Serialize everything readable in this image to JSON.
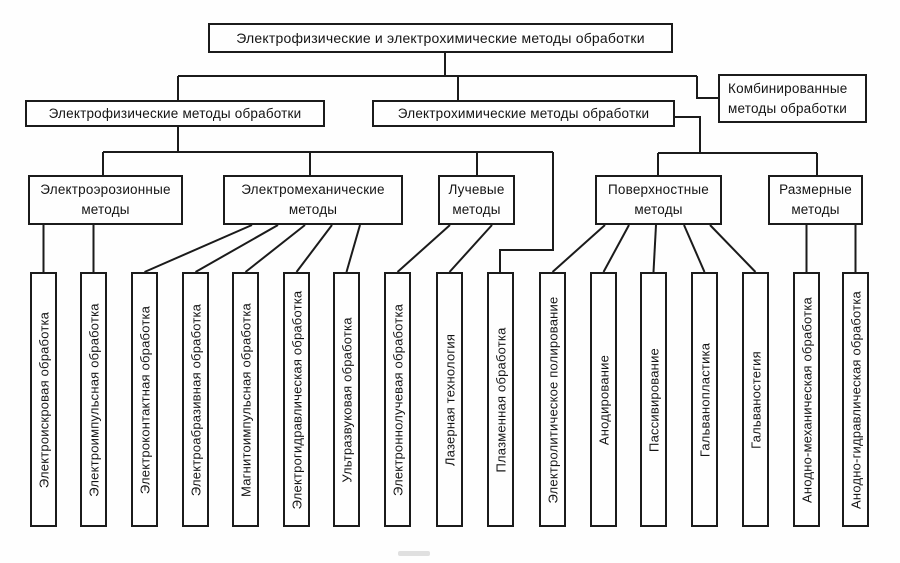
{
  "diagram": {
    "title": "Электрофизические и электрохимические методы обработки",
    "root": {
      "label": "Электрофизические и электрохимические методы обработки"
    },
    "level2": [
      {
        "id": "phys",
        "label": "Электрофизические методы обработки"
      },
      {
        "id": "chem",
        "label": "Электрохимические методы обработки"
      },
      {
        "id": "comb",
        "label": "Комбинированные методы обработки"
      }
    ],
    "level3": [
      {
        "id": "erosion",
        "parent": "phys",
        "label": "Электроэрозионные методы"
      },
      {
        "id": "mechanical",
        "parent": "phys",
        "label": "Электромеханические методы"
      },
      {
        "id": "beam",
        "parent": "phys",
        "label": "Лучевые методы"
      },
      {
        "id": "surface",
        "parent": "chem",
        "label": "Поверхностные методы"
      },
      {
        "id": "dimensional",
        "parent": "chem",
        "label": "Размерные методы"
      }
    ],
    "leaves": [
      {
        "parent": "erosion",
        "label": "Электроискровая обработка"
      },
      {
        "parent": "erosion",
        "label": "Электроимпульсная обработка"
      },
      {
        "parent": "mechanical",
        "label": "Электроконтактная обработка"
      },
      {
        "parent": "mechanical",
        "label": "Электроабразивная обработка"
      },
      {
        "parent": "mechanical",
        "label": "Магнитоимпульсная обработка"
      },
      {
        "parent": "mechanical",
        "label": "Электрогидравлическая обработка"
      },
      {
        "parent": "mechanical",
        "label": "Ультразвуковая обработка"
      },
      {
        "parent": "beam",
        "label": "Электроннолучевая обработка"
      },
      {
        "parent": "beam",
        "label": "Лазерная технология"
      },
      {
        "parent": "beam",
        "label": "Плазменная обработка"
      },
      {
        "parent": "surface",
        "label": "Электролитическое полирование"
      },
      {
        "parent": "surface",
        "label": "Анодирование"
      },
      {
        "parent": "surface",
        "label": "Пассивирование"
      },
      {
        "parent": "surface",
        "label": "Гальванопластика"
      },
      {
        "parent": "surface",
        "label": "Гальваностегия"
      },
      {
        "parent": "dimensional",
        "label": "Анодно-механическая обработка"
      },
      {
        "parent": "dimensional",
        "label": "Анодно-гидравлическая обработка"
      }
    ],
    "line_color": "#1b1b1b",
    "background_color": "#fefefe"
  }
}
